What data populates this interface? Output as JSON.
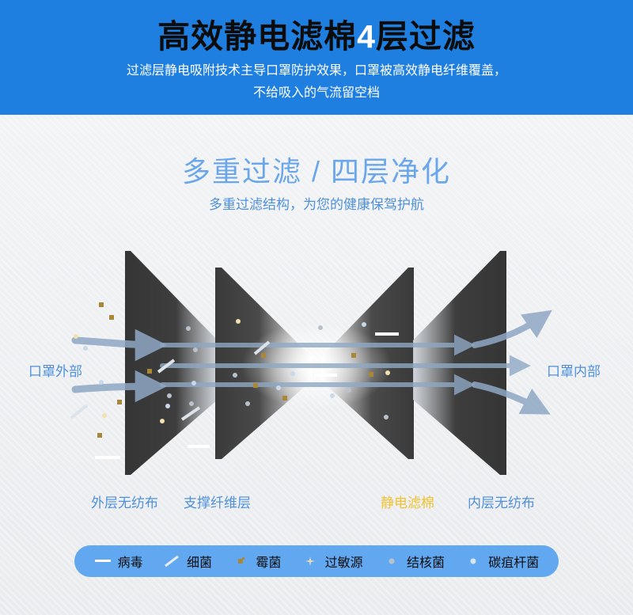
{
  "header": {
    "title_prefix": "高效静电滤棉",
    "title_number": "4",
    "title_suffix": "层过滤",
    "subtitle_line1": "过滤层静电吸附技术主导口罩防护效果，口罩被高效静电纤维覆盖，",
    "subtitle_line2": "不给吸入的气流留空档"
  },
  "section": {
    "title": "多重过滤 / 四层净化",
    "subtitle": "多重过滤结构，为您的健康保驾护航"
  },
  "diagram": {
    "outside_label": "口罩外部",
    "inside_label": "口罩内部",
    "layers": [
      "外层无纺布",
      "支撑纤维层",
      "静电滤棉",
      "内层无纺布"
    ]
  },
  "legend": [
    {
      "icon": "virus-dash-icon",
      "label": "病毒"
    },
    {
      "icon": "bacteria-slash-icon",
      "label": "细菌"
    },
    {
      "icon": "mold-icon",
      "label": "霉菌"
    },
    {
      "icon": "allergen-icon",
      "label": "过敏源"
    },
    {
      "icon": "tuberculosis-dot-icon",
      "label": "结核菌"
    },
    {
      "icon": "anthrax-dot-icon",
      "label": "碳疽杆菌"
    }
  ],
  "colors": {
    "header_bg": "#1f7fe0",
    "accent_blue": "#4f90dc",
    "highlight_gold": "#f1c232",
    "legend_bg": "#61a8f1",
    "layer_dark": "#3c3c3c"
  }
}
